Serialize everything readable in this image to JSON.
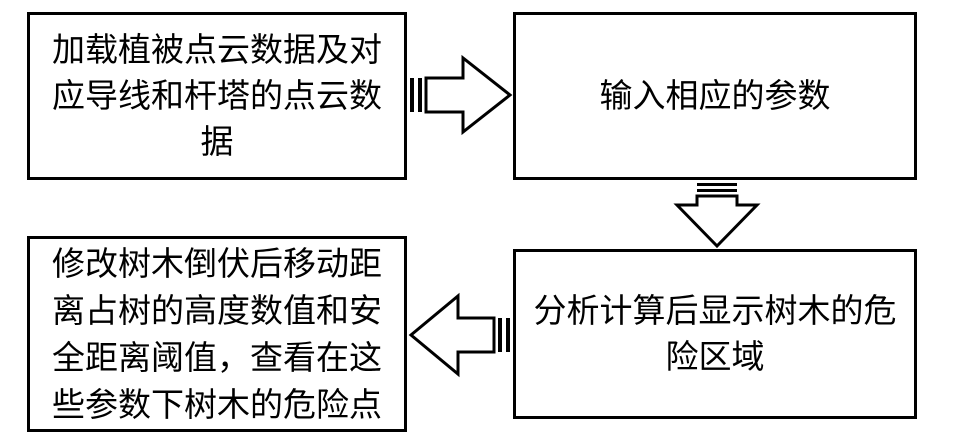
{
  "diagram": {
    "nodes": [
      {
        "id": "load-data",
        "text": "加载植被点云数据及对应导线和杆塔的点云数据"
      },
      {
        "id": "input-params",
        "text": "输入相应的参数"
      },
      {
        "id": "compute",
        "text": "分析计算后显示树木的危险区域"
      },
      {
        "id": "modify",
        "text": "修改树木倒伏后移动距离占树的高度数值和安全距离阈值，查看在这些参数下树木的危险点"
      }
    ],
    "edges": [
      {
        "from": "load-data",
        "to": "input-params",
        "direction": "right"
      },
      {
        "from": "input-params",
        "to": "compute",
        "direction": "down"
      },
      {
        "from": "compute",
        "to": "modify",
        "direction": "left"
      }
    ]
  }
}
